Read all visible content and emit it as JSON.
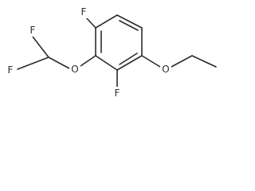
{
  "structure": {
    "atoms": {
      "f_top": "F",
      "f_bottom": "F",
      "f_left_1": "F",
      "f_left_2": "F",
      "o_difluoromethoxy": "O",
      "o_ethoxy": "O"
    }
  }
}
